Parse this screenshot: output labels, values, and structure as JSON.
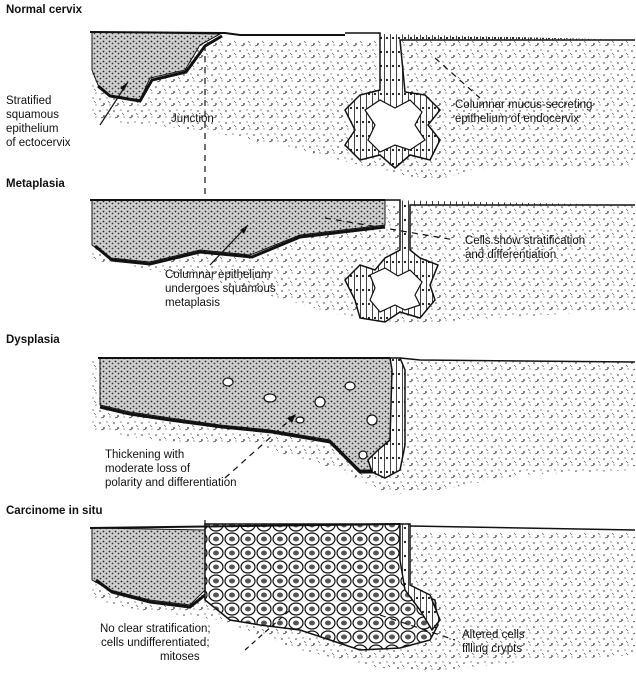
{
  "panels": {
    "normal": {
      "title": "Normal cervix",
      "label_squamous": [
        "Stratified",
        "squamous",
        "epithelium",
        "of ectocervix"
      ],
      "label_junction": "Junction",
      "label_columnar": [
        "Columnar mucus-secreting",
        "epithelium of endocervix"
      ]
    },
    "metaplasia": {
      "title": "Metaplasia",
      "label_cells": [
        "Cells show stratification",
        "and differentiation"
      ],
      "label_columnar": [
        "Columnar epithelium",
        "undergoes squamous",
        "metaplasis"
      ]
    },
    "dysplasia": {
      "title": "Dysplasia",
      "label_thickening": [
        "Thickening with",
        "moderate loss of",
        "polarity and differentiation"
      ]
    },
    "cis": {
      "title": "Carcinome in situ",
      "label_nostrat": [
        "No clear stratification;",
        "cells undifferentiated;",
        "mitoses"
      ],
      "label_altered": [
        "Altered cells",
        "filling crypts"
      ]
    }
  },
  "colors": {
    "ink": "#111111",
    "paper": "#ffffff",
    "stroma": "#555555"
  }
}
